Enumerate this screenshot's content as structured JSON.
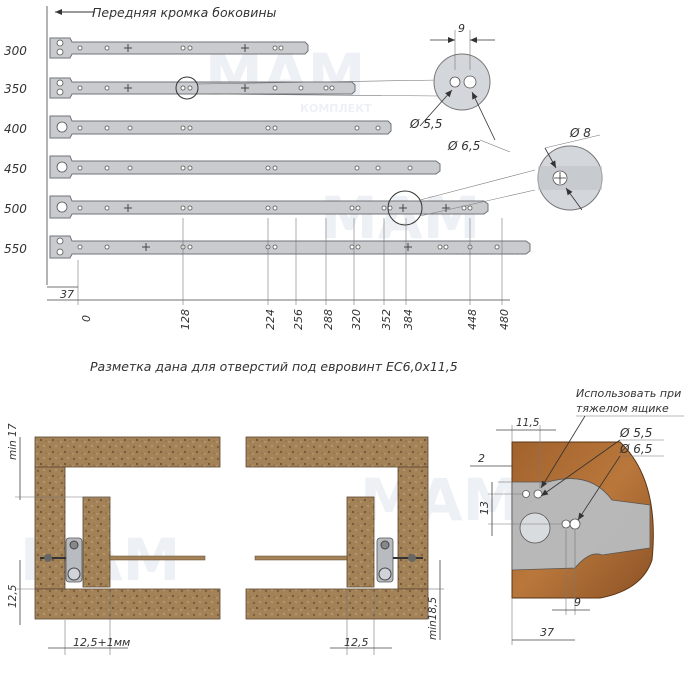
{
  "top": {
    "front_edge_label": "Передняя кромка боковины",
    "rail_lengths": [
      "300",
      "350",
      "400",
      "450",
      "500",
      "550"
    ],
    "offset_label": "37",
    "x_ticks": [
      "0",
      "128",
      "224",
      "256",
      "288",
      "320",
      "352",
      "384",
      "448",
      "480"
    ],
    "detail_a": {
      "width": "9",
      "d1": "Ø 5,5",
      "d2": "Ø 6,5"
    },
    "detail_b": {
      "d": "Ø 8"
    },
    "caption": "Разметка дана для отверстий под евровинт  EC6,0x11,5"
  },
  "bottom_left": {
    "dim_top": "min 17",
    "dim_side": "12,5",
    "dim_bottom_right": "min18,5",
    "gap_left": "12,5+1мм",
    "gap_right": "12,5"
  },
  "bottom_right": {
    "note_line1": "Использовать при",
    "note_line2": "тяжелом ящике",
    "dim_11_5": "11,5",
    "d1": "Ø 5,5",
    "d2": "Ø 6,5",
    "dim_2": "2",
    "dim_13": "13",
    "dim_9": "9",
    "dim_37": "37"
  },
  "watermark": {
    "brand": "MAM",
    "sub": "КОМПЛЕКТ"
  }
}
